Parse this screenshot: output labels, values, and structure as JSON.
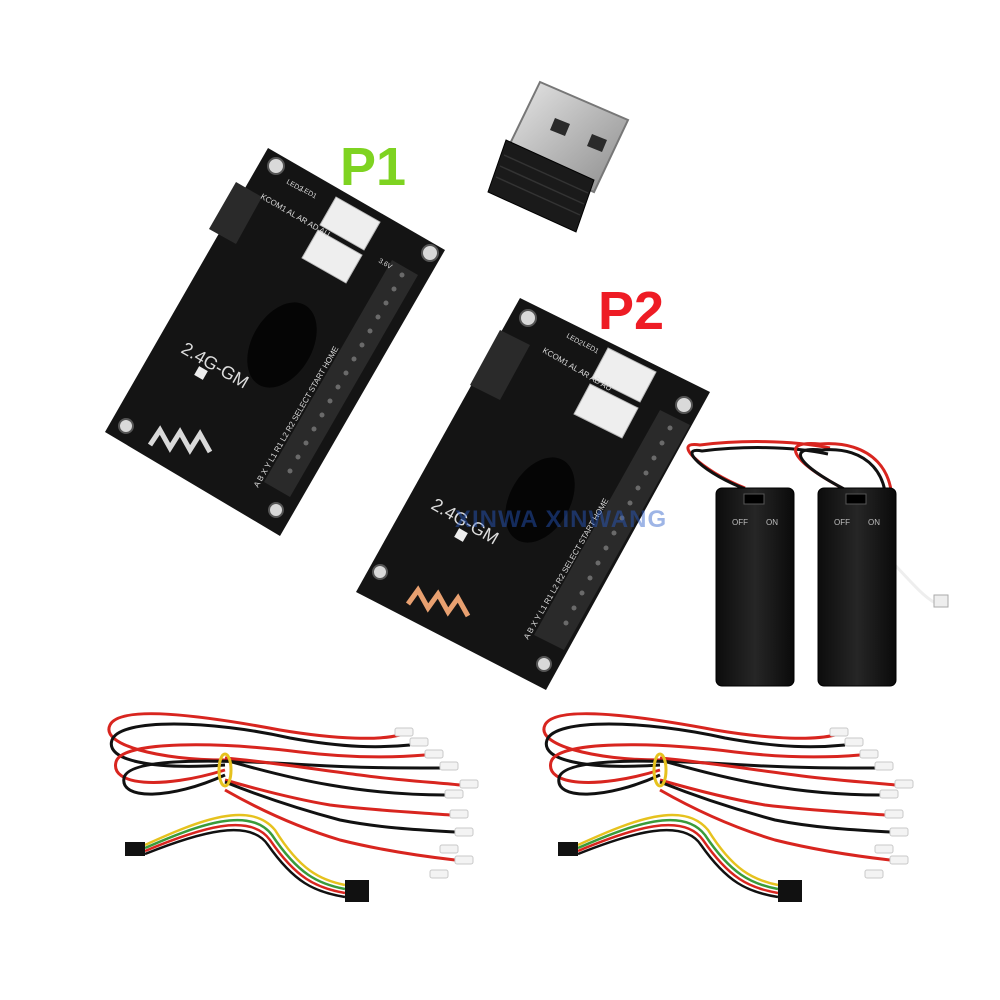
{
  "labels": {
    "p1": "P1",
    "p2": "P2"
  },
  "colors": {
    "p1": "#7ed321",
    "p2": "#ee1c25",
    "pcb": "#141414",
    "wire_red": "#d8251f",
    "wire_black": "#111111"
  },
  "watermark": "XINWA XINWANG",
  "board_markings": {
    "model": "2.4G-GM",
    "led_labels": [
      "LED2",
      "LED1"
    ],
    "player_select": [
      "P1",
      "P2"
    ],
    "button_row": "A B X Y L1 R1 L2 R2 SELECT START HOME",
    "mode_row": "KCOM1 AL AR AD AU",
    "power": "3.6V"
  },
  "battery_box": {
    "switch_off": "OFF",
    "switch_on": "ON"
  }
}
